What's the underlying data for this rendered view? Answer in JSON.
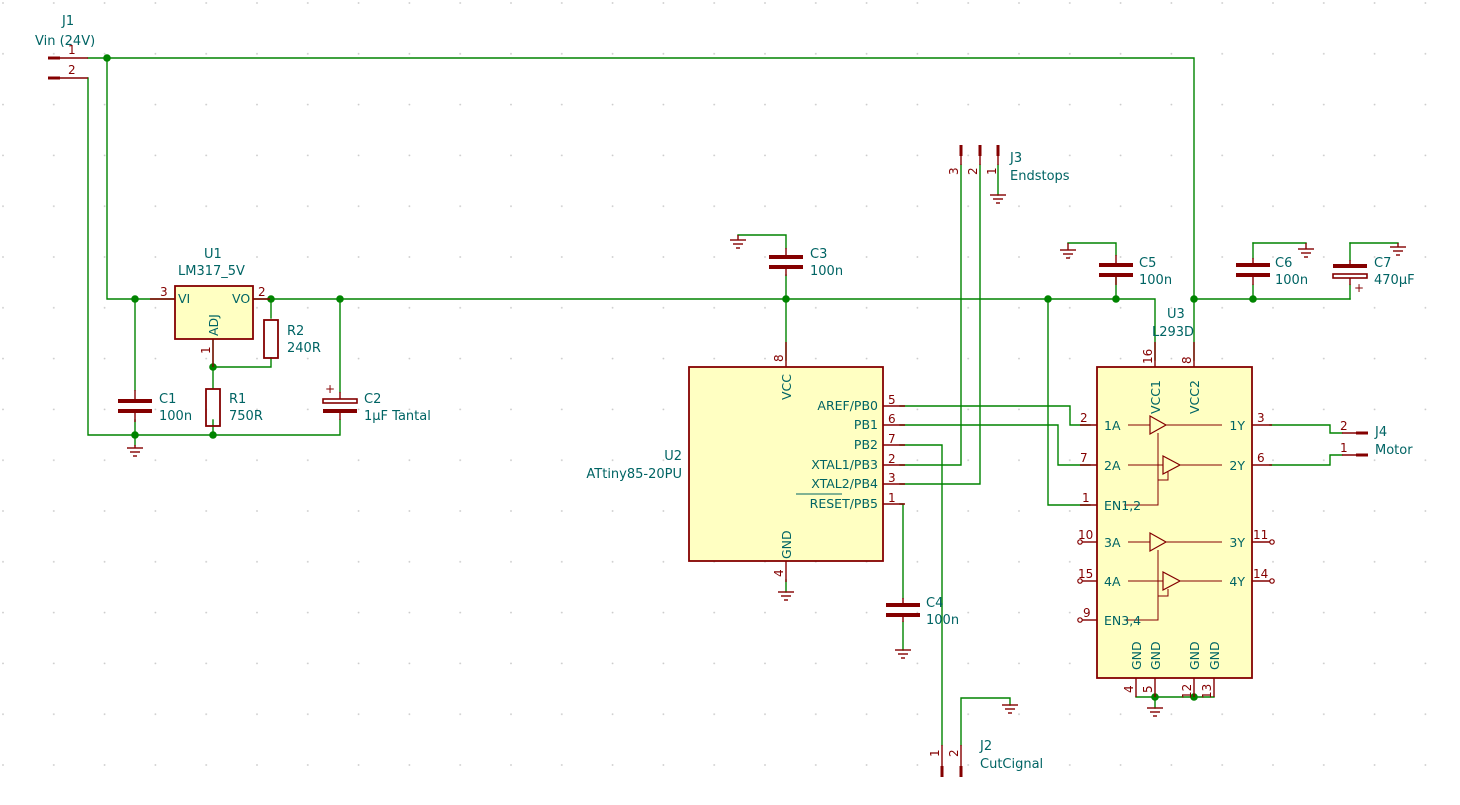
{
  "colors": {
    "wire": "#008400",
    "component": "#840000",
    "body_fill": "#ffffc2",
    "text": "#006464",
    "background": "#ffffff"
  },
  "components": {
    "J1": {
      "ref": "J1",
      "value": "Vin (24V)",
      "pins": [
        "1",
        "2"
      ]
    },
    "J2": {
      "ref": "J2",
      "value": "CutCignal",
      "pins": [
        "1",
        "2"
      ]
    },
    "J3": {
      "ref": "J3",
      "value": "Endstops",
      "pins": [
        "3",
        "2",
        "1"
      ]
    },
    "J4": {
      "ref": "J4",
      "value": "Motor",
      "pins": [
        "2",
        "1"
      ]
    },
    "U1": {
      "ref": "U1",
      "value": "LM317_5V",
      "pin_names": {
        "vi": "VI",
        "vo": "VO",
        "adj": "ADJ"
      },
      "pins": {
        "vi": "3",
        "vo": "2",
        "adj": "1"
      }
    },
    "U2": {
      "ref": "U2",
      "value": "ATtiny85-20PU",
      "pin_names": {
        "vcc": "VCC",
        "gnd": "GND",
        "pb0": "AREF/PB0",
        "pb1": "PB1",
        "pb2": "PB2",
        "pb3": "XTAL1/PB3",
        "pb4": "XTAL2/PB4",
        "pb5": "RESET/PB5"
      },
      "pins": {
        "vcc": "8",
        "gnd": "4",
        "pb0": "5",
        "pb1": "6",
        "pb2": "7",
        "pb3": "2",
        "pb4": "3",
        "pb5": "1"
      }
    },
    "U3": {
      "ref": "U3",
      "value": "L293D",
      "pin_names": {
        "vcc1": "VCC1",
        "vcc2": "VCC2",
        "in1": "1A",
        "in2": "2A",
        "en12": "EN1,2",
        "in3": "3A",
        "in4": "4A",
        "en34": "EN3,4",
        "out1": "1Y",
        "out2": "2Y",
        "out3": "3Y",
        "out4": "4Y",
        "gnd": "GND"
      },
      "pins": {
        "vcc1": "16",
        "vcc2": "8",
        "in1": "2",
        "in2": "7",
        "en12": "1",
        "in3": "10",
        "in4": "15",
        "en34": "9",
        "out1": "3",
        "out2": "6",
        "out3": "11",
        "out4": "14",
        "gnd4": "4",
        "gnd5": "5",
        "gnd12": "12",
        "gnd13": "13"
      }
    },
    "R1": {
      "ref": "R1",
      "value": "750R"
    },
    "R2": {
      "ref": "R2",
      "value": "240R"
    },
    "C1": {
      "ref": "C1",
      "value": "100n"
    },
    "C2": {
      "ref": "C2",
      "value": "1µF Tantal"
    },
    "C3": {
      "ref": "C3",
      "value": "100n"
    },
    "C4": {
      "ref": "C4",
      "value": "100n"
    },
    "C5": {
      "ref": "C5",
      "value": "100n"
    },
    "C6": {
      "ref": "C6",
      "value": "100n"
    },
    "C7": {
      "ref": "C7",
      "value": "470µF"
    }
  },
  "symbols": {
    "plus": "+"
  }
}
